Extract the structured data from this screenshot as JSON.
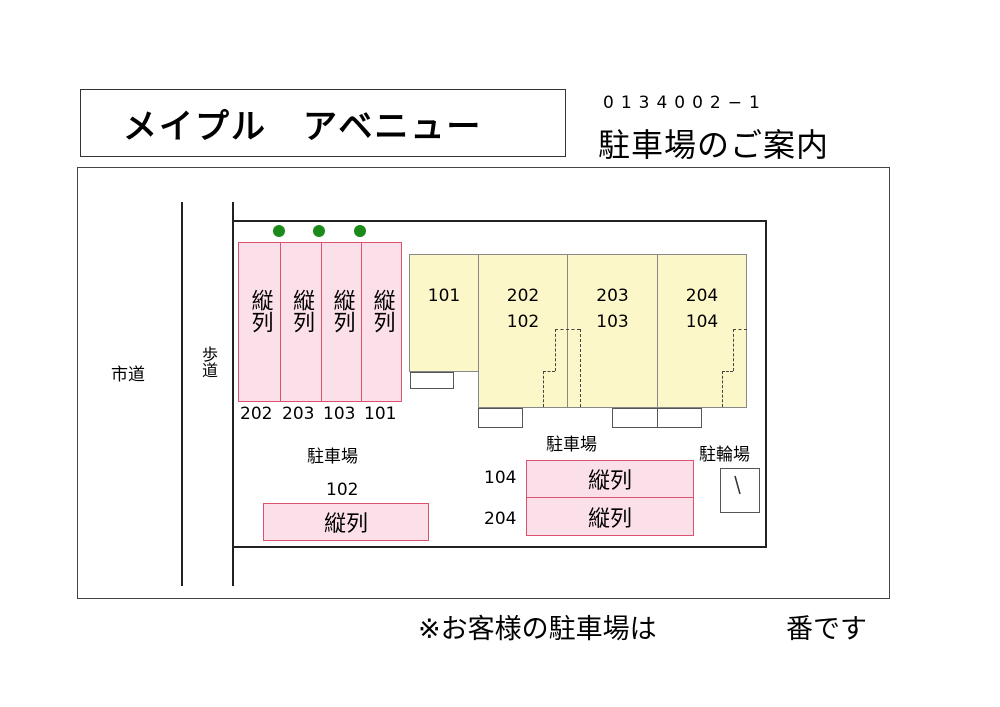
{
  "header": {
    "building_name": "メイプル　アベニュー",
    "code": "0134002−1",
    "subtitle": "駐車場のご案内"
  },
  "map": {
    "city_road": "市道",
    "sidewalk": "歩道",
    "parking_label_left": "駐車場",
    "parking_label_right": "駐車場",
    "bicycle_parking": "駐輪場",
    "top_stalls": [
      {
        "type": "縦列",
        "number": "202"
      },
      {
        "type": "縦列",
        "number": "203"
      },
      {
        "type": "縦列",
        "number": "103"
      },
      {
        "type": "縦列",
        "number": "101"
      }
    ],
    "bottom_left_stall": {
      "number": "102",
      "type": "縦列"
    },
    "right_stalls": [
      {
        "number": "104",
        "type": "縦列"
      },
      {
        "number": "204",
        "type": "縦列"
      }
    ],
    "units": [
      {
        "upper": "",
        "lower": "101"
      },
      {
        "upper": "202",
        "lower": "102"
      },
      {
        "upper": "203",
        "lower": "103"
      },
      {
        "upper": "204",
        "lower": "104"
      }
    ]
  },
  "footer": {
    "notice": "※お客様の駐車場は",
    "suffix": "番です"
  }
}
